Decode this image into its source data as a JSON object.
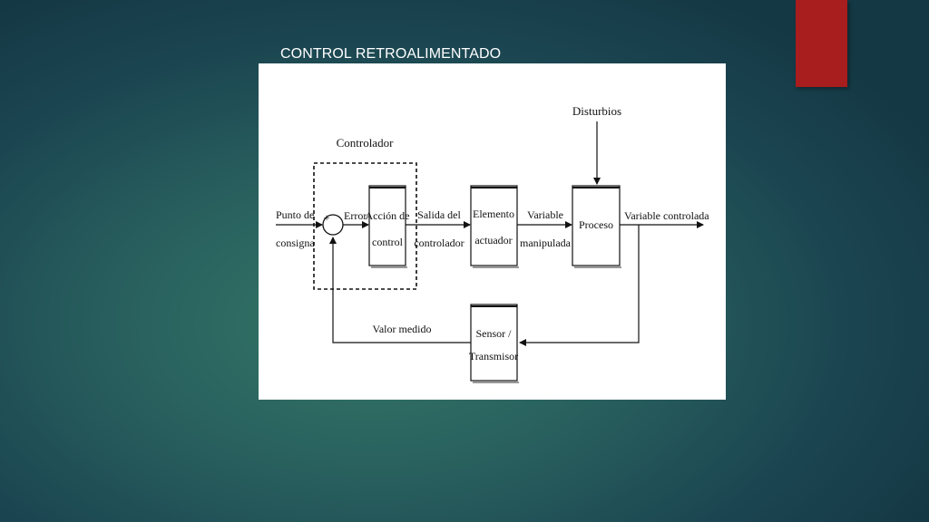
{
  "slide": {
    "title": "CONTROL RETROALIMENTADO",
    "accent_color": "#a81d1d"
  },
  "diagram": {
    "controller_group_label": "Controlador",
    "disturbance_label": "Disturbios",
    "setpoint_label": [
      "Punto de",
      "consigna"
    ],
    "summing_signs": [
      "+",
      "-"
    ],
    "error_label": "Error",
    "control_action_block": [
      "Acción de",
      "control"
    ],
    "controller_output_label": [
      "Salida del",
      "controlador"
    ],
    "actuator_block": [
      "Elemento",
      "actuador"
    ],
    "manipulated_variable_label": [
      "Variable",
      "manipulada"
    ],
    "process_block": "Proceso",
    "controlled_variable_label": "Variable controlada",
    "measured_value_label": "Valor medido",
    "sensor_block": [
      "Sensor /",
      "Transmisor"
    ]
  }
}
